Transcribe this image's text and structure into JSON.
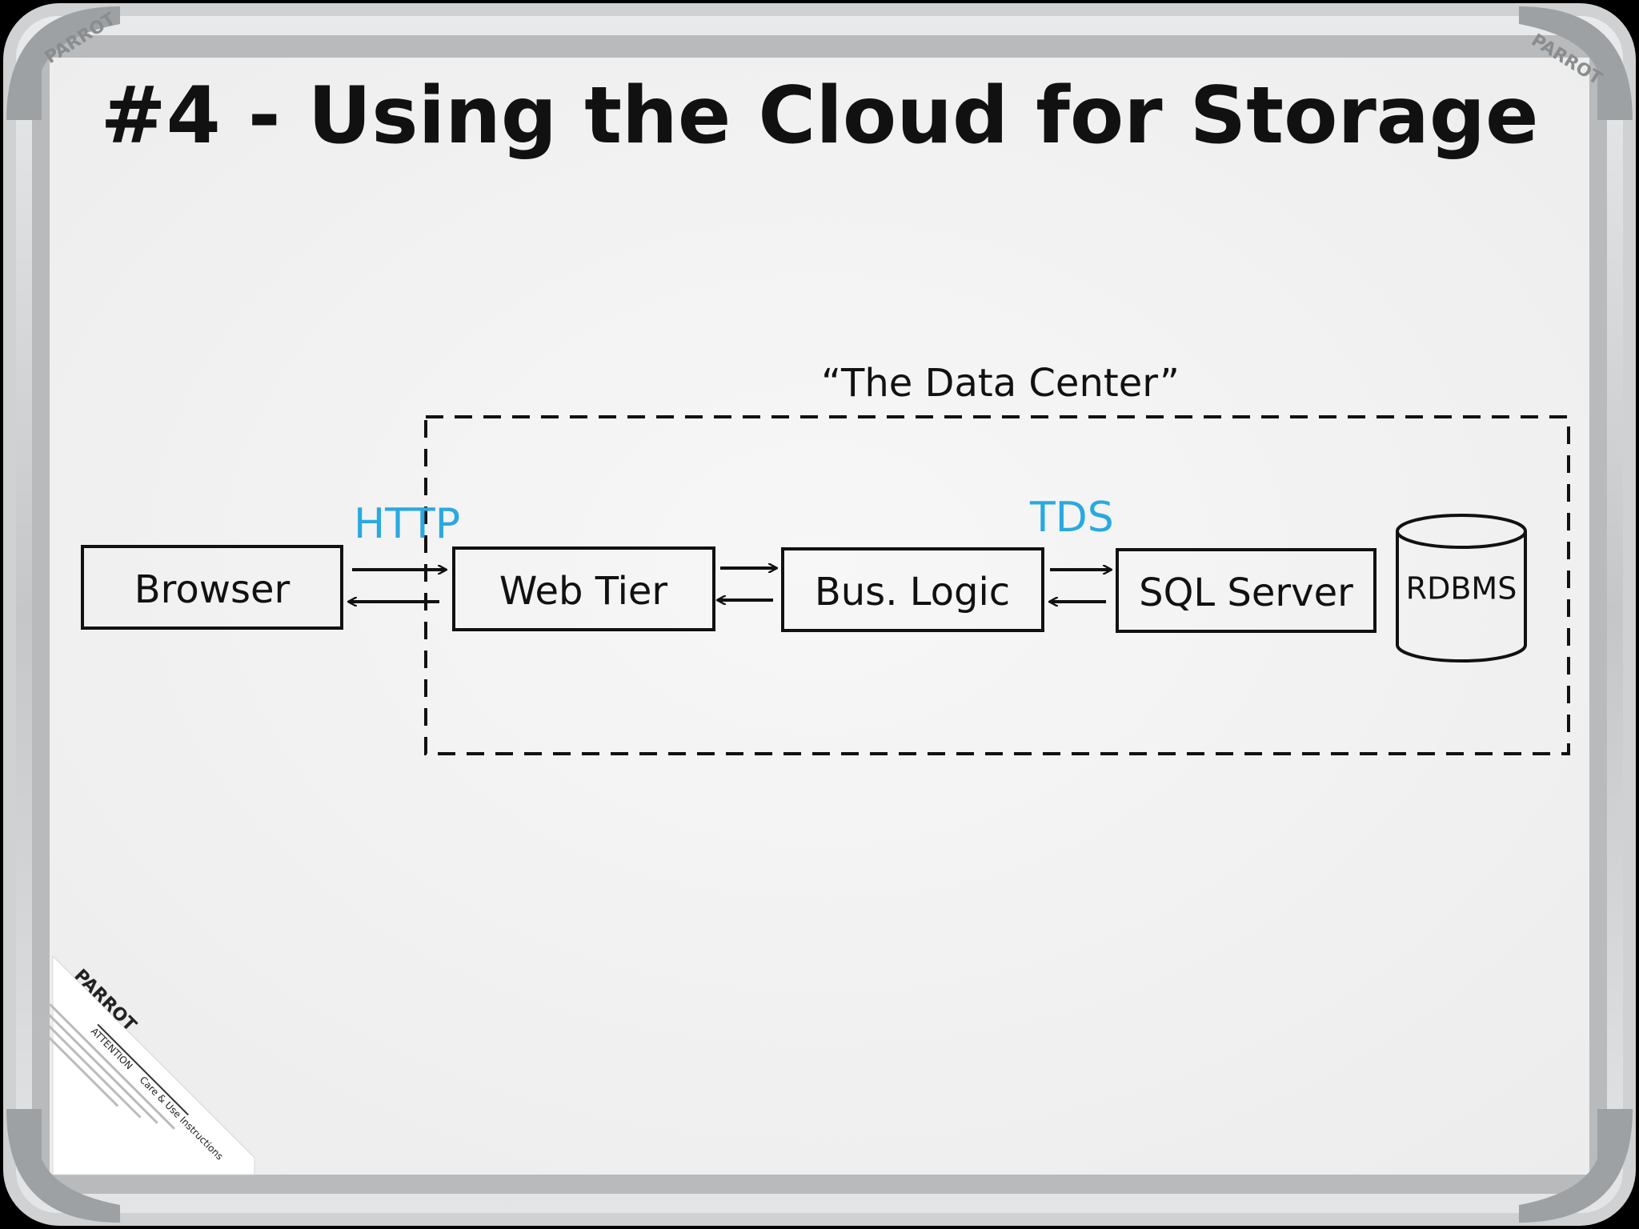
{
  "title": "#4 - Using the Cloud for Storage",
  "data_center_label": "“The Data Center”",
  "nodes": {
    "browser": "Browser",
    "web_tier": "Web Tier",
    "bus_logic": "Bus. Logic",
    "sql_server": "SQL Server",
    "rdbms": "RDBMS"
  },
  "protocols": {
    "http": "HTTP",
    "tds": "TDS"
  },
  "sticker": {
    "brand": "PARROT",
    "attention": "ATTENTION",
    "care": "Care & Use Instructions"
  },
  "frame_brand": "PARROT",
  "colors": {
    "ink": "#111111",
    "accent": "#29a9e0",
    "board": "#f2f2f2",
    "frame": "#c9cbcd"
  }
}
